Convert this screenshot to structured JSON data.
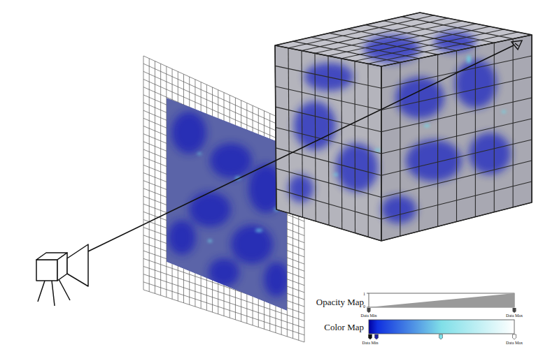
{
  "diagram": {
    "labels": [
      "Opacity Map",
      "1",
      "0",
      "Data Min",
      "Data Max",
      "Color Map",
      "Data Min",
      "Data Max"
    ]
  }
}
